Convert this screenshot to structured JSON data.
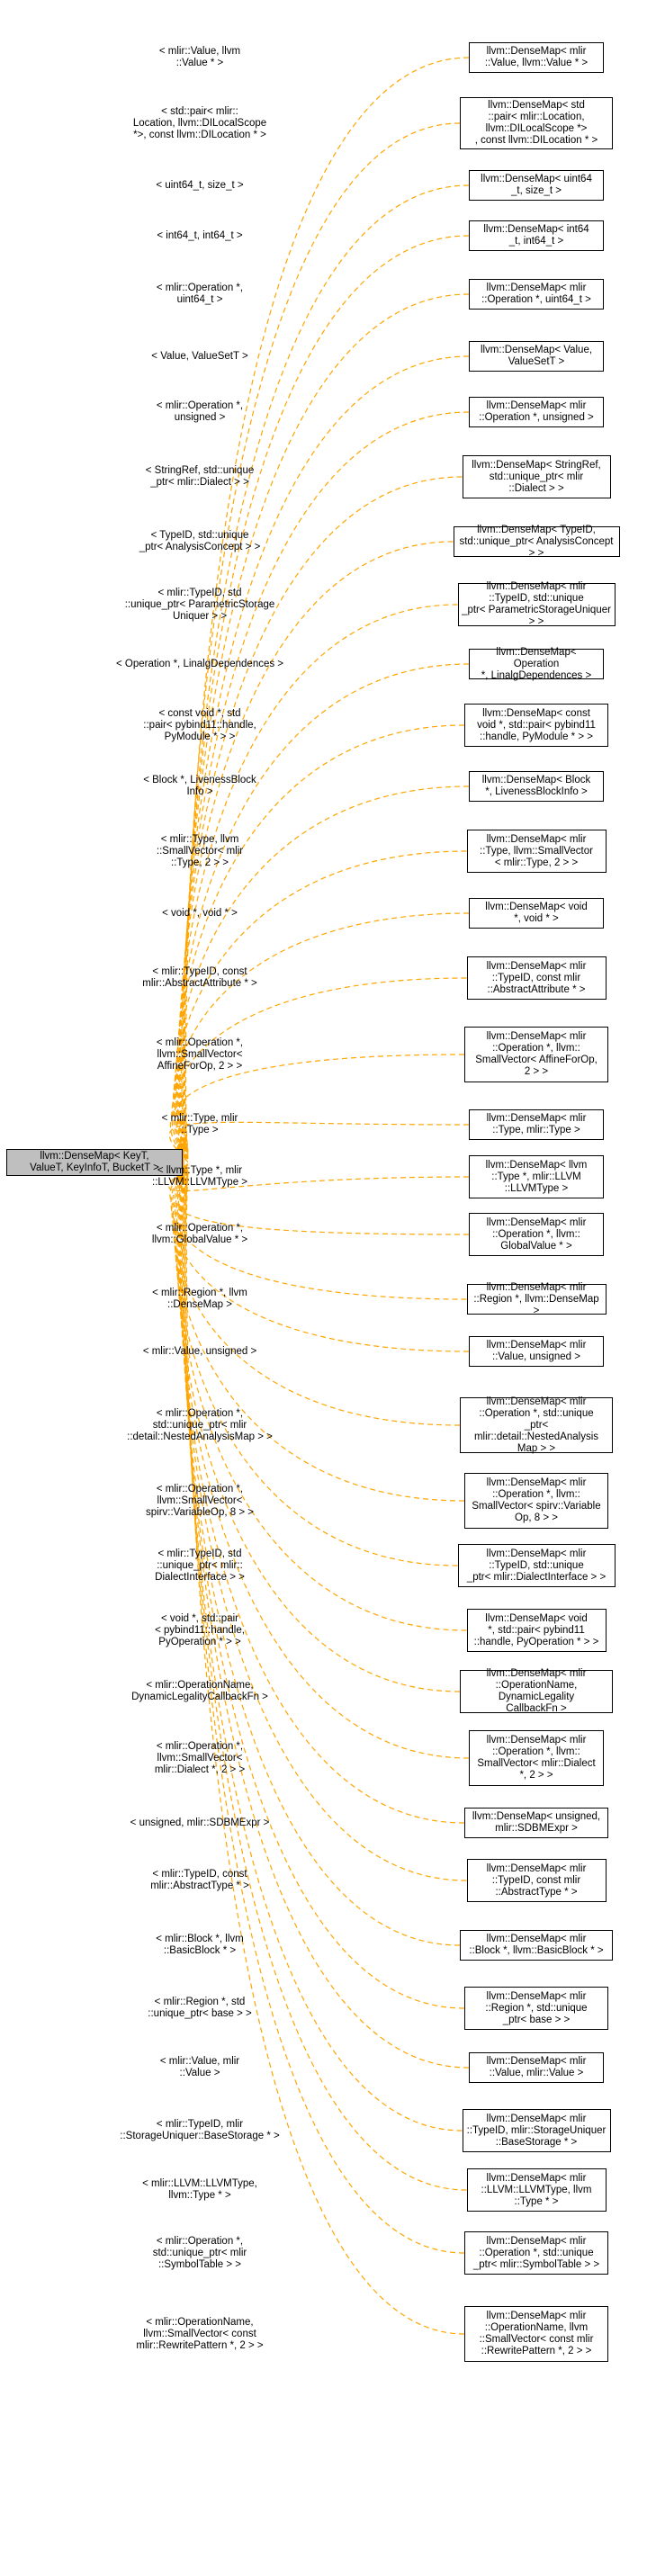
{
  "base_node": {
    "label": "llvm::DenseMap< KeyT,\nValueT, KeyInfoT, BucketT >"
  },
  "colors": {
    "edge": "#ffa500",
    "base_fill": "#bfbfbf",
    "node_border": "#000000"
  },
  "relations": [
    {
      "edge_label": "< mlir::Value, llvm\n::Value * >",
      "node_label": "llvm::DenseMap< mlir\n::Value, llvm::Value * >"
    },
    {
      "edge_label": "< std::pair< mlir::\nLocation, llvm::DILocalScope\n*>, const llvm::DILocation * >",
      "node_label": "llvm::DenseMap< std\n::pair< mlir::Location,\nllvm::DILocalScope *>\n, const llvm::DILocation * >"
    },
    {
      "edge_label": "< uint64_t, size_t >",
      "node_label": "llvm::DenseMap< uint64\n_t, size_t >"
    },
    {
      "edge_label": "< int64_t, int64_t >",
      "node_label": "llvm::DenseMap< int64\n_t, int64_t >"
    },
    {
      "edge_label": "< mlir::Operation *,\nuint64_t >",
      "node_label": "llvm::DenseMap< mlir\n::Operation *, uint64_t >"
    },
    {
      "edge_label": "< Value, ValueSetT >",
      "node_label": "llvm::DenseMap< Value,\nValueSetT >"
    },
    {
      "edge_label": "< mlir::Operation *,\nunsigned >",
      "node_label": "llvm::DenseMap< mlir\n::Operation *, unsigned >"
    },
    {
      "edge_label": "< StringRef, std::unique\n_ptr< mlir::Dialect > >",
      "node_label": "llvm::DenseMap< StringRef,\nstd::unique_ptr< mlir\n::Dialect > >"
    },
    {
      "edge_label": "< TypeID, std::unique\n_ptr< AnalysisConcept > >",
      "node_label": "llvm::DenseMap< TypeID,\nstd::unique_ptr< AnalysisConcept > >"
    },
    {
      "edge_label": "< mlir::TypeID, std\n::unique_ptr< ParametricStorage\nUniquer > >",
      "node_label": "llvm::DenseMap< mlir\n::TypeID, std::unique\n_ptr< ParametricStorageUniquer > >"
    },
    {
      "edge_label": "< Operation *, LinalgDependences >",
      "node_label": "llvm::DenseMap< Operation\n*, LinalgDependences >"
    },
    {
      "edge_label": "< const void *, std\n::pair< pybind11::handle,\nPyModule * > >",
      "node_label": "llvm::DenseMap< const\nvoid *, std::pair< pybind11\n::handle, PyModule * > >"
    },
    {
      "edge_label": "< Block *, LivenessBlock\nInfo >",
      "node_label": "llvm::DenseMap< Block\n*, LivenessBlockInfo >"
    },
    {
      "edge_label": "< mlir::Type, llvm\n::SmallVector< mlir\n::Type, 2 > >",
      "node_label": "llvm::DenseMap< mlir\n::Type, llvm::SmallVector\n< mlir::Type, 2 > >"
    },
    {
      "edge_label": "< void *, void * >",
      "node_label": "llvm::DenseMap< void\n*, void * >"
    },
    {
      "edge_label": "< mlir::TypeID, const\nmlir::AbstractAttribute * >",
      "node_label": "llvm::DenseMap< mlir\n::TypeID, const mlir\n::AbstractAttribute * >"
    },
    {
      "edge_label": "< mlir::Operation *,\nllvm::SmallVector<\nAffineForOp, 2 > >",
      "node_label": "llvm::DenseMap< mlir\n::Operation *, llvm::\nSmallVector< AffineForOp,\n2 > >"
    },
    {
      "edge_label": "< mlir::Type, mlir\n::Type >",
      "node_label": "llvm::DenseMap< mlir\n::Type, mlir::Type >"
    },
    {
      "edge_label": "< llvm::Type *, mlir\n::LLVM::LLVMType >",
      "node_label": "llvm::DenseMap< llvm\n::Type *, mlir::LLVM\n::LLVMType >"
    },
    {
      "edge_label": "< mlir::Operation *,\nllvm::GlobalValue * >",
      "node_label": "llvm::DenseMap< mlir\n::Operation *, llvm::\nGlobalValue * >"
    },
    {
      "edge_label": "< mlir::Region *, llvm\n::DenseMap >",
      "node_label": "llvm::DenseMap< mlir\n::Region *, llvm::DenseMap >"
    },
    {
      "edge_label": "< mlir::Value, unsigned >",
      "node_label": "llvm::DenseMap< mlir\n::Value, unsigned >"
    },
    {
      "edge_label": "< mlir::Operation *,\nstd::unique_ptr< mlir\n::detail::NestedAnalysisMap > >",
      "node_label": "llvm::DenseMap< mlir\n::Operation *, std::unique\n_ptr< mlir::detail::NestedAnalysis\nMap > >"
    },
    {
      "edge_label": "< mlir::Operation *,\nllvm::SmallVector<\nspirv::VariableOp, 8 > >",
      "node_label": "llvm::DenseMap< mlir\n::Operation *, llvm::\nSmallVector< spirv::Variable\nOp, 8 > >"
    },
    {
      "edge_label": "< mlir::TypeID, std\n::unique_ptr< mlir::\nDialectInterface > >",
      "node_label": "llvm::DenseMap< mlir\n::TypeID, std::unique\n_ptr< mlir::DialectInterface > >"
    },
    {
      "edge_label": "< void *, std::pair\n< pybind11::handle,\nPyOperation * > >",
      "node_label": "llvm::DenseMap< void\n*, std::pair< pybind11\n::handle, PyOperation * > >"
    },
    {
      "edge_label": "< mlir::OperationName,\nDynamicLegalityCallbackFn >",
      "node_label": "llvm::DenseMap< mlir\n::OperationName, DynamicLegality\nCallbackFn >"
    },
    {
      "edge_label": "< mlir::Operation *,\nllvm::SmallVector<\nmlir::Dialect *, 2 > >",
      "node_label": "llvm::DenseMap< mlir\n::Operation *, llvm::\nSmallVector< mlir::Dialect\n*, 2 > >"
    },
    {
      "edge_label": "< unsigned, mlir::SDBMExpr >",
      "node_label": "llvm::DenseMap< unsigned,\nmlir::SDBMExpr >"
    },
    {
      "edge_label": "< mlir::TypeID, const\nmlir::AbstractType * >",
      "node_label": "llvm::DenseMap< mlir\n::TypeID, const mlir\n::AbstractType * >"
    },
    {
      "edge_label": "< mlir::Block *, llvm\n::BasicBlock * >",
      "node_label": "llvm::DenseMap< mlir\n::Block *, llvm::BasicBlock * >"
    },
    {
      "edge_label": "< mlir::Region *, std\n::unique_ptr< base > >",
      "node_label": "llvm::DenseMap< mlir\n::Region *, std::unique\n_ptr< base > >"
    },
    {
      "edge_label": "< mlir::Value, mlir\n::Value >",
      "node_label": "llvm::DenseMap< mlir\n::Value, mlir::Value >"
    },
    {
      "edge_label": "< mlir::TypeID, mlir\n::StorageUniquer::BaseStorage * >",
      "node_label": "llvm::DenseMap< mlir\n::TypeID, mlir::StorageUniquer\n::BaseStorage * >"
    },
    {
      "edge_label": "< mlir::LLVM::LLVMType,\nllvm::Type * >",
      "node_label": "llvm::DenseMap< mlir\n::LLVM::LLVMType, llvm\n::Type * >"
    },
    {
      "edge_label": "< mlir::Operation *,\nstd::unique_ptr< mlir\n::SymbolTable > >",
      "node_label": "llvm::DenseMap< mlir\n::Operation *, std::unique\n_ptr< mlir::SymbolTable > >"
    },
    {
      "edge_label": "< mlir::OperationName,\nllvm::SmallVector< const\nmlir::RewritePattern *, 2 > >",
      "node_label": "llvm::DenseMap< mlir\n::OperationName, llvm\n::SmallVector< const mlir\n::RewritePattern *, 2 > >"
    }
  ]
}
